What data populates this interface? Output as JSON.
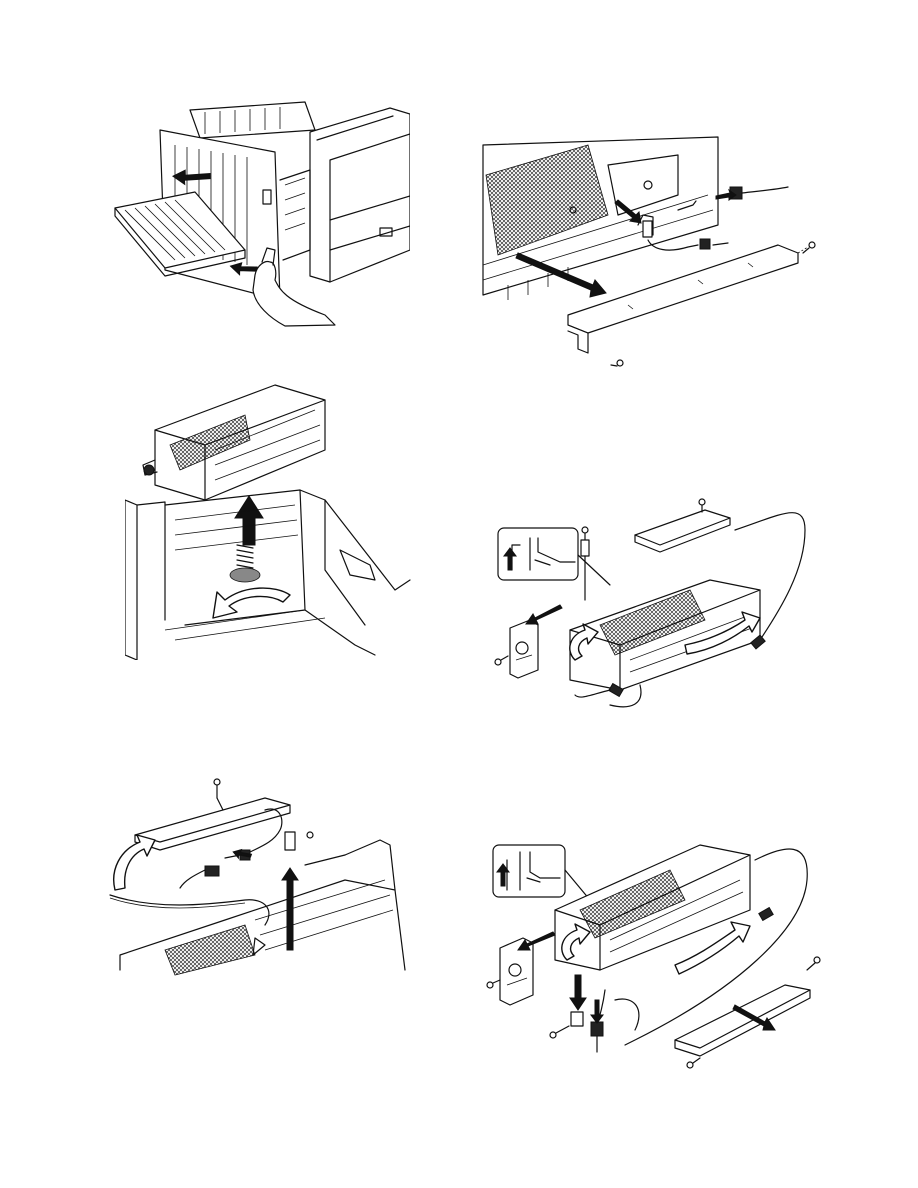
{
  "page": {
    "title": "",
    "figures": [
      {
        "id": "fig-1",
        "subject": "open-side-cover-and-paper-tray"
      },
      {
        "id": "fig-2",
        "subject": "remove-rear-cover-plate-and-connector"
      },
      {
        "id": "fig-3",
        "subject": "lift-out-fusing-unit"
      },
      {
        "id": "fig-4",
        "subject": "remove-side-bracket-and-harness"
      },
      {
        "id": "fig-5",
        "subject": "remove-top-cover-and-connector"
      },
      {
        "id": "fig-6",
        "subject": "remove-bracket-thermistor-and-cover"
      }
    ]
  }
}
